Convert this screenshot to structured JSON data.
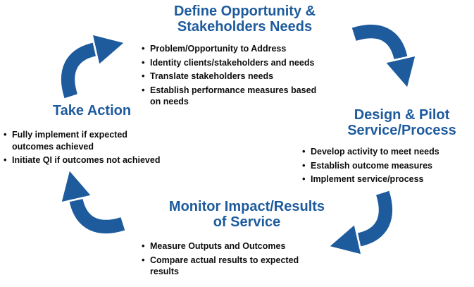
{
  "colors": {
    "accent": "#1d5b9d",
    "text": "#0e0e0e",
    "background": "#ffffff"
  },
  "stages": [
    {
      "id": "define",
      "title": "Define Opportunity &\nStakeholders Needs",
      "bullets": [
        "Problem/Opportunity to Address",
        "Identity clients/stakeholders and needs",
        "Translate stakeholders needs",
        "Establish performance measures based\non needs"
      ]
    },
    {
      "id": "design",
      "title": "Design & Pilot\nService/Process",
      "bullets": [
        "Develop activity to meet needs",
        "Establish outcome measures",
        "Implement service/process"
      ]
    },
    {
      "id": "monitor",
      "title": "Monitor Impact/Results\nof Service",
      "bullets": [
        "Measure Outputs and Outcomes",
        "Compare actual results to expected\nresults"
      ]
    },
    {
      "id": "take-action",
      "title": "Take Action",
      "bullets": [
        "Fully implement if expected\noutcomes achieved",
        "Initiate QI if outcomes not achieved"
      ]
    }
  ],
  "arrows": [
    {
      "name": "arrow-take-action-to-define",
      "direction": "up-right"
    },
    {
      "name": "arrow-define-to-design",
      "direction": "down-right"
    },
    {
      "name": "arrow-design-to-monitor",
      "direction": "down-left"
    },
    {
      "name": "arrow-monitor-to-take-action",
      "direction": "up-left"
    }
  ]
}
